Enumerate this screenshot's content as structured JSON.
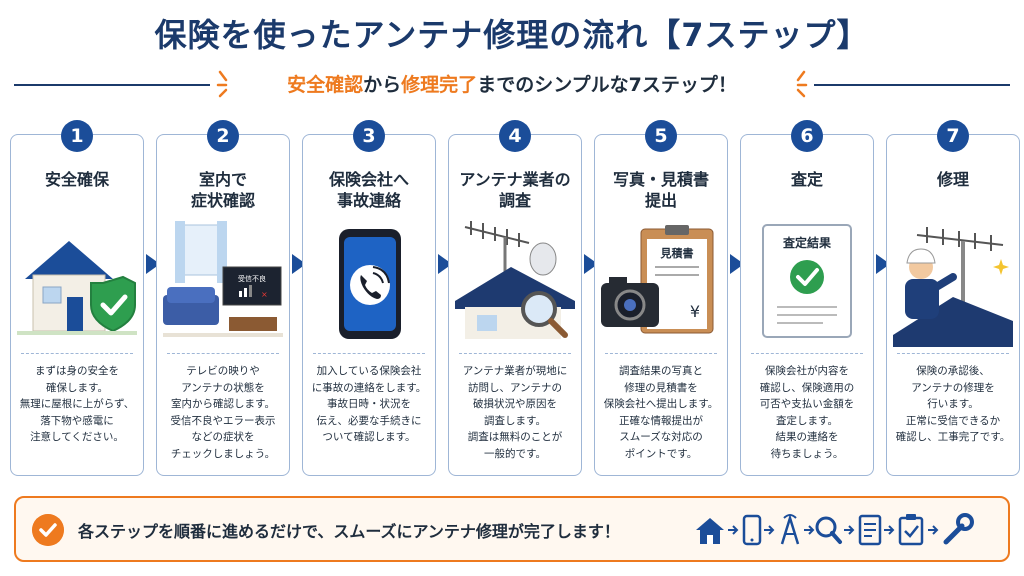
{
  "title": "保険を使ったアンテナ修理の流れ【7ステップ】",
  "subtitle": {
    "hl1": "安全確認",
    "mid1": "から",
    "hl2": "修理完了",
    "rest": "までのシンプルな7ステップ！"
  },
  "steps": [
    {
      "num": "1",
      "title": "安全確保",
      "desc": "まずは身の安全を\n確保します。\n無理に屋根に上がらず、\n落下物や感電に\n注意してください。"
    },
    {
      "num": "2",
      "title": "室内で\n症状確認",
      "tv_label": "受信不良",
      "desc": "テレビの映りや\nアンテナの状態を\n室内から確認します。\n受信不良やエラー表示\nなどの症状を\nチェックしましょう。"
    },
    {
      "num": "3",
      "title": "保険会社へ\n事故連絡",
      "desc": "加入している保険会社\nに事故の連絡をします。\n事故日時・状況を\n伝え、必要な手続きに\nついて確認します。"
    },
    {
      "num": "4",
      "title": "アンテナ業者の\n調査",
      "desc": "アンテナ業者が現地に\n訪問し、アンテナの\n破損状況や原因を\n調査します。\n調査は無料のことが\n一般的です。"
    },
    {
      "num": "5",
      "title": "写真・見積書\n提出",
      "doc_label": "見積書",
      "yen": "¥",
      "desc": "調査結果の写真と\n修理の見積書を\n保険会社へ提出します。\n正確な情報提出が\nスムーズな対応の\nポイントです。"
    },
    {
      "num": "6",
      "title": "査定",
      "doc_label": "査定結果",
      "desc": "保険会社が内容を\n確認し、保険適用の\n可否や支払い金額を\n査定します。\n結果の連絡を\n待ちましょう。"
    },
    {
      "num": "7",
      "title": "修理",
      "desc": "保険の承認後、\nアンテナの修理を\n行います。\n正常に受信できるか\n確認し、工事完了です。"
    }
  ],
  "bottom": {
    "text": "各ステップを順番に進めるだけで、スムーズにアンテナ修理が完了します！",
    "flow_icons": [
      "house-icon",
      "smartphone-icon",
      "antenna-tower-icon",
      "magnifier-icon",
      "document-icon",
      "clipboard-check-icon",
      "wrench-icon"
    ]
  },
  "colors": {
    "navy": "#1b3a6b",
    "blue": "#1b4d99",
    "orange": "#ee7a1f",
    "green": "#2e9e4f"
  }
}
